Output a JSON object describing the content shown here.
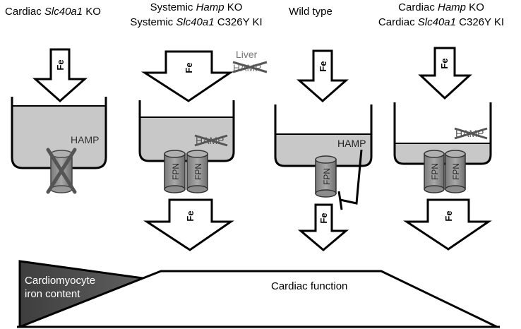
{
  "panels": [
    {
      "title_lines": [
        {
          "before": "Cardiac ",
          "italic": "Slc40a1",
          "after": " KO"
        }
      ],
      "arrow_label": "Fe",
      "cell_label": "HAMP"
    },
    {
      "title_lines": [
        {
          "before": "Systemic ",
          "italic": "Hamp",
          "after": " KO"
        },
        {
          "before": "Systemic ",
          "italic": "Slc40a1",
          "after": " C326Y KI"
        }
      ],
      "arrow_in_label": "Fe",
      "liver_label": "Liver",
      "liver_hamp_label": "HAMP",
      "cell_label": "HAMP",
      "fpn_labels": [
        "FPN",
        "FPN"
      ],
      "arrow_out_label": "Fe"
    },
    {
      "title_lines": [
        {
          "before": "Wild type",
          "italic": "",
          "after": ""
        }
      ],
      "arrow_in_label": "Fe",
      "cell_label": "HAMP",
      "fpn_label": "FPN",
      "arrow_out_label": "Fe"
    },
    {
      "title_lines": [
        {
          "before": "Cardiac ",
          "italic": "Hamp",
          "after": " KO"
        },
        {
          "before": "Cardiac ",
          "italic": "Slc40a1",
          "after": " C326Y KI"
        }
      ],
      "arrow_in_label": "Fe",
      "cell_label": "HAMP",
      "fpn_labels": [
        "FPN",
        "FPN"
      ],
      "arrow_out_label": "Fe"
    }
  ],
  "bottom": {
    "iron_label_lines": [
      "Cardiomyocyte",
      "iron content"
    ],
    "function_label": "Cardiac function"
  }
}
